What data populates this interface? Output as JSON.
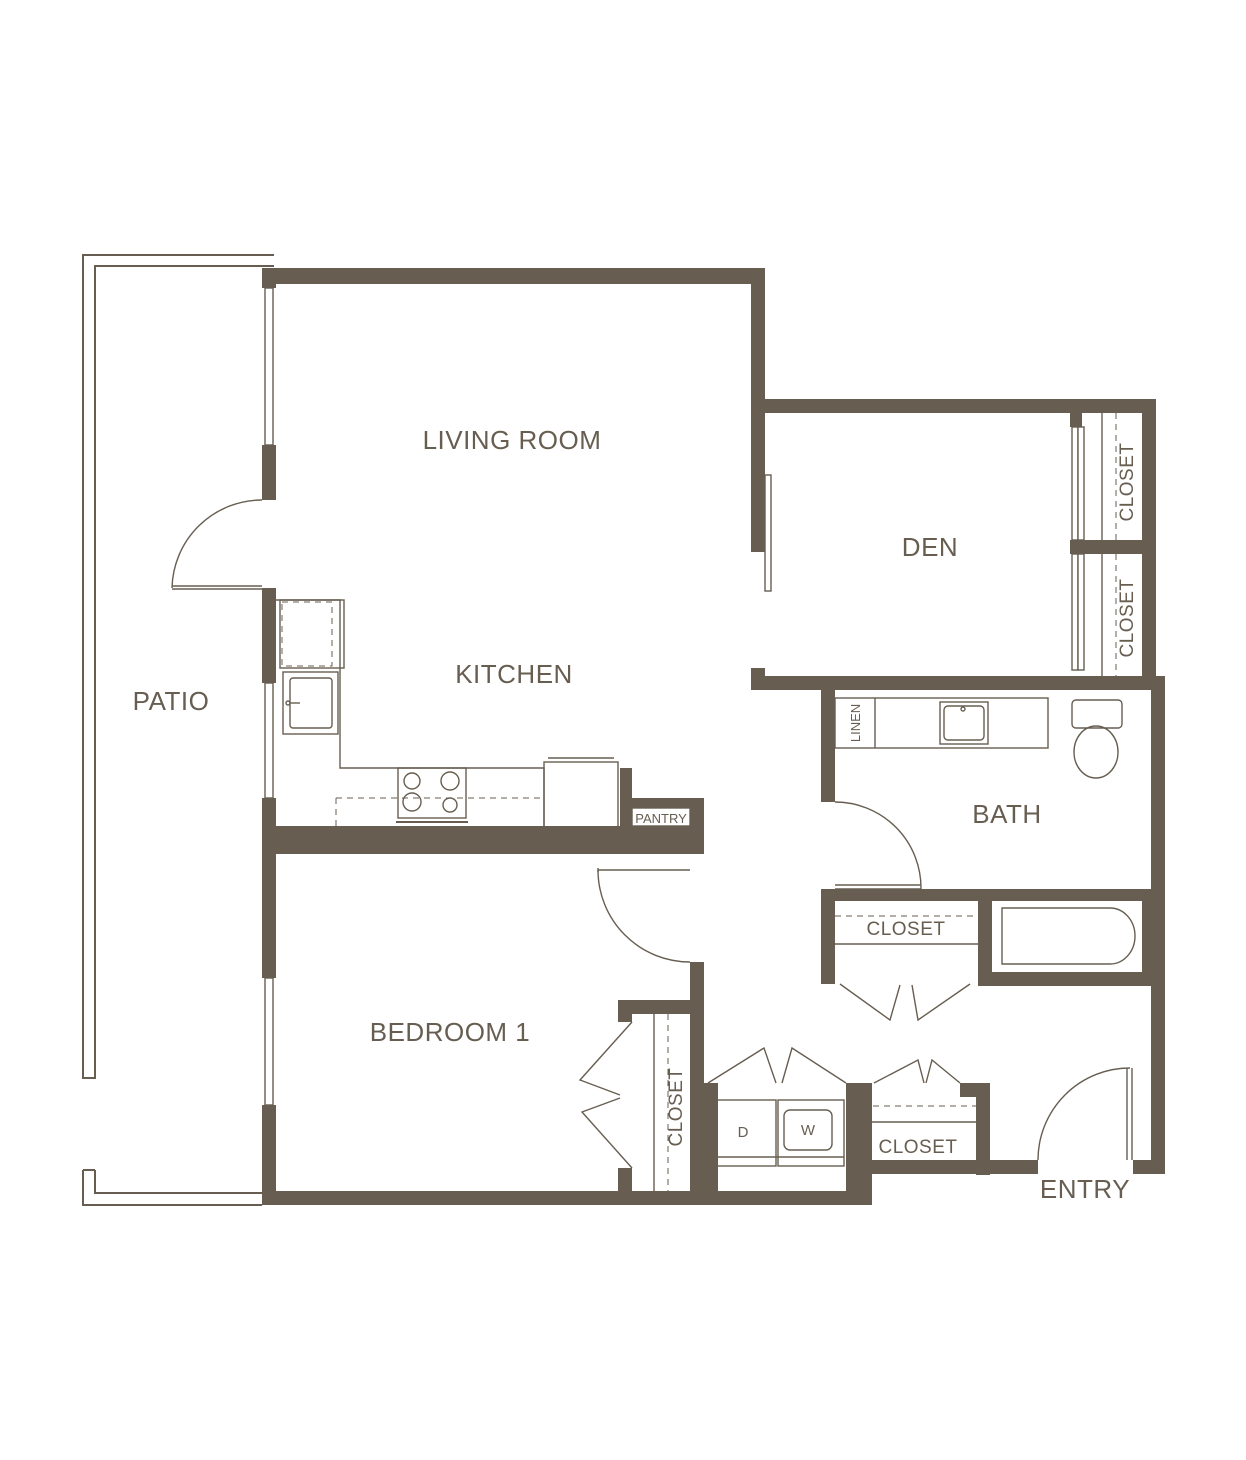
{
  "floor_plan": {
    "rooms": {
      "living_room": "LIVING ROOM",
      "den": "DEN",
      "kitchen": "KITCHEN",
      "patio": "PATIO",
      "bath": "BATH",
      "bedroom_1": "BEDROOM 1",
      "entry": "ENTRY"
    },
    "closets": {
      "den_closet_upper": "CLOSET",
      "den_closet_lower": "CLOSET",
      "hall_closet": "CLOSET",
      "bedroom_closet": "CLOSET",
      "entry_closet": "CLOSET"
    },
    "storage": {
      "linen": "LINEN",
      "pantry": "PANTRY"
    },
    "appliances": {
      "dryer": "D",
      "washer": "W"
    },
    "colors": {
      "wall": "#675e51",
      "background": "#ffffff"
    }
  }
}
